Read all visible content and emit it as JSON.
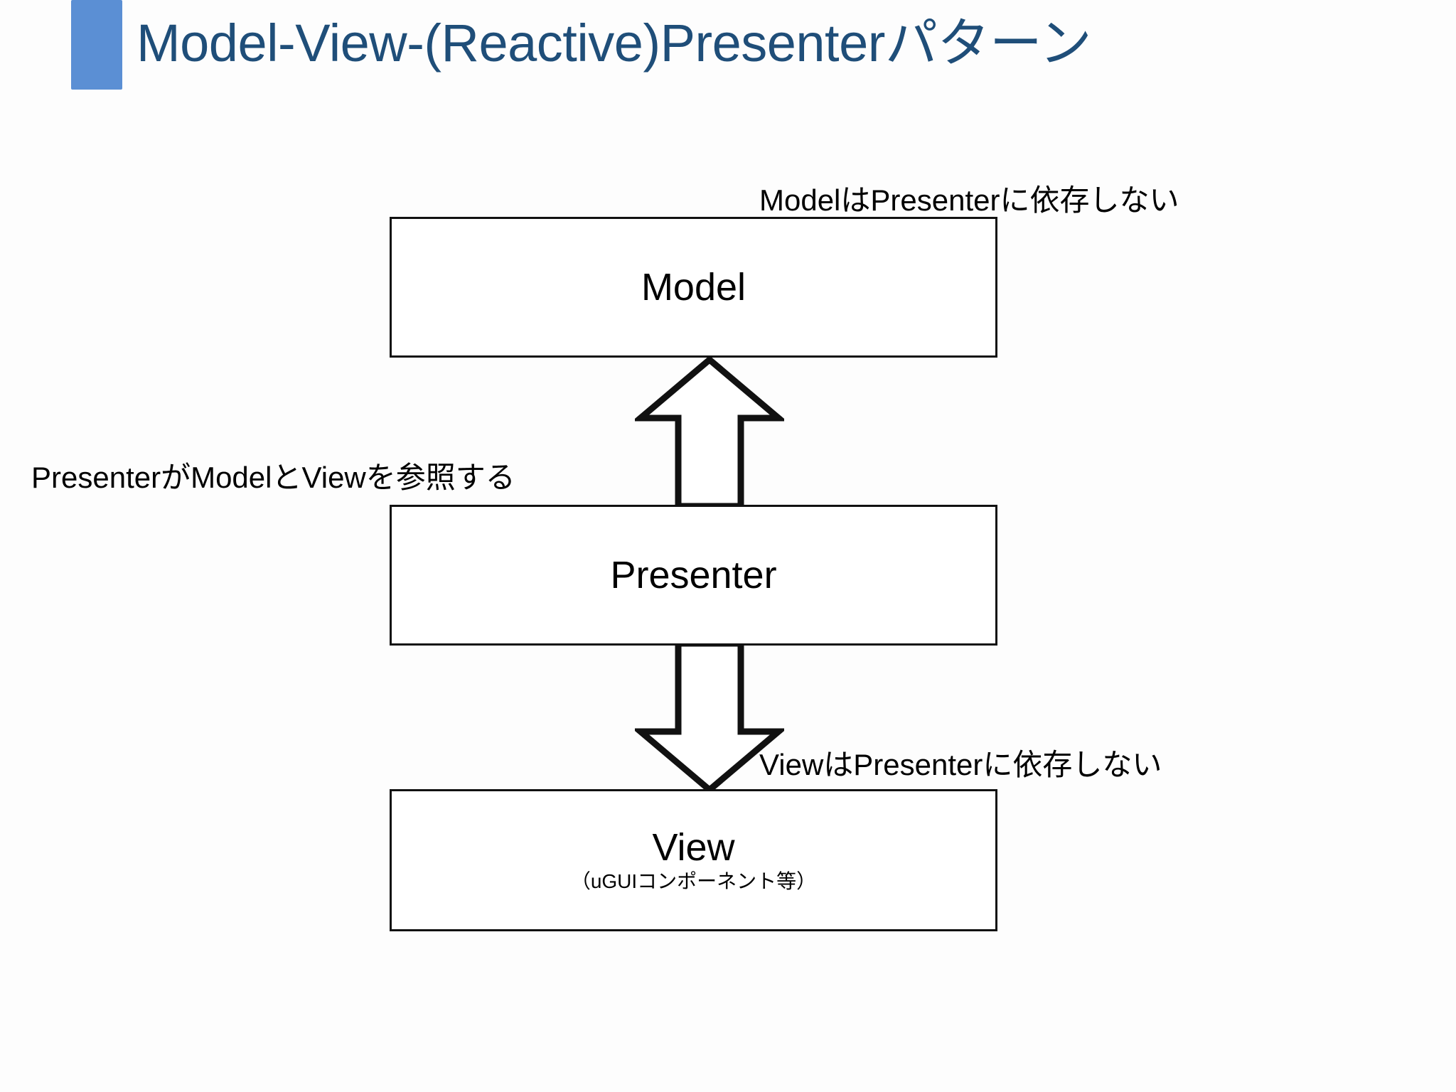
{
  "slide": {
    "title": "Model-View-(Reactive)Presenterパターン",
    "accent_bar_color": "#5B8FD4",
    "title_color": "#1F4E79",
    "background_color": "#FDFDFD"
  },
  "diagram": {
    "nodes": [
      {
        "id": "model",
        "label": "Model",
        "sublabel": ""
      },
      {
        "id": "presenter",
        "label": "Presenter",
        "sublabel": ""
      },
      {
        "id": "view",
        "label": "View",
        "sublabel": "（uGUIコンポーネント等）"
      }
    ],
    "arrows": [
      {
        "id": "presenter-to-model",
        "direction": "up",
        "from": "Presenter",
        "to": "Model"
      },
      {
        "id": "presenter-to-view",
        "direction": "down",
        "from": "Presenter",
        "to": "View"
      }
    ],
    "annotations": [
      {
        "id": "model-annotation",
        "text": "ModelはPresenterに依存しない"
      },
      {
        "id": "presenter-annotation",
        "text": "PresenterがModelとViewを参照する"
      },
      {
        "id": "view-annotation",
        "text": "ViewはPresenterに依存しない"
      }
    ],
    "stroke_color": "#111111"
  }
}
